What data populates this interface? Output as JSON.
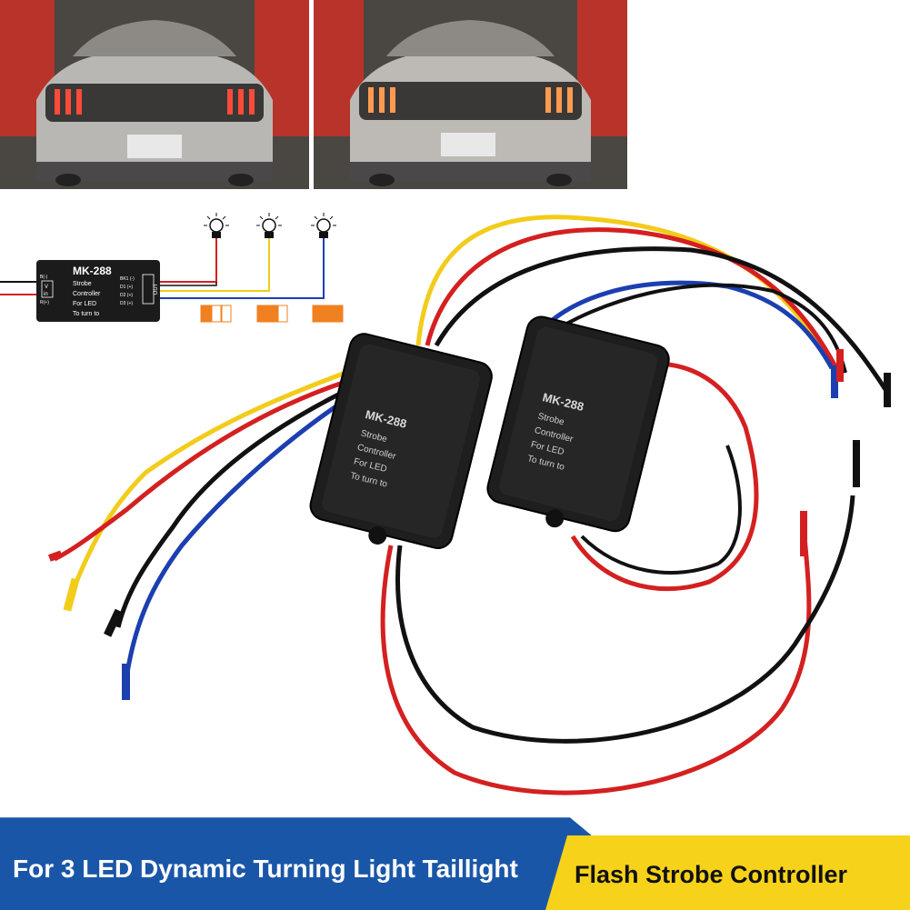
{
  "banner": {
    "left_text": "For 3 LED Dynamic Turning Light Taillight",
    "right_text": "Flash Strobe Controller"
  },
  "diagram": {
    "model": "MK-288",
    "lines": [
      "Strobe",
      "Controller",
      "For LED",
      "To turn to"
    ],
    "input_neg": "B(-)",
    "input_pos": "R(+)",
    "vin_v": "V",
    "vin_in": "in",
    "out_label": "OUT",
    "out_pins": [
      "BK1 (-)",
      "D1  (+)",
      "D2  (+)",
      "D3  (+)"
    ]
  },
  "module": {
    "model": "MK-288",
    "lines": [
      "Strobe",
      "Controller",
      "For LED",
      "To turn to"
    ]
  },
  "colors": {
    "banner_blue": "#1a56a8",
    "banner_yellow": "#f7d21a",
    "wire_red": "#d42020",
    "wire_yellow": "#f2cc1a",
    "wire_blue": "#1c3fb0",
    "wire_black": "#111111",
    "lamp_orange": "#f08020"
  }
}
